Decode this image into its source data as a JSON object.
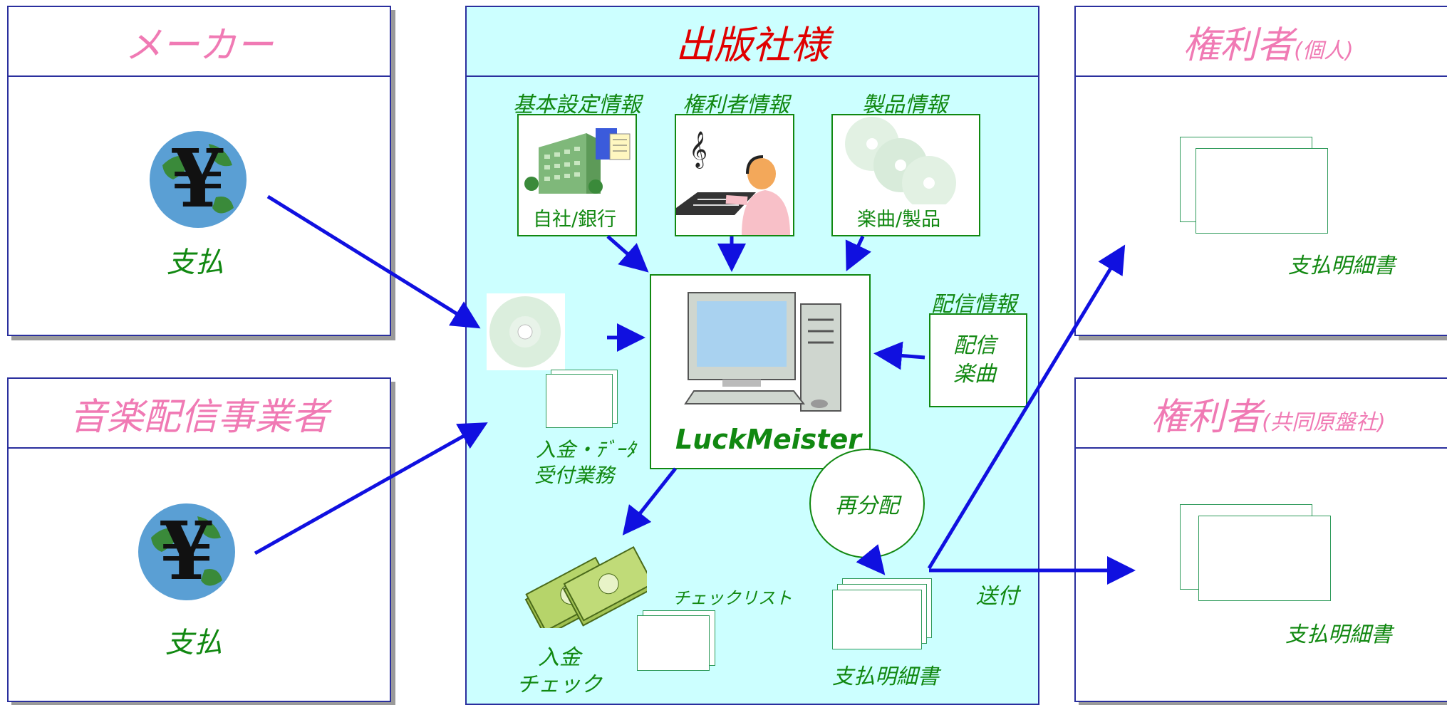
{
  "left_panels": {
    "maker": {
      "title": "メーカー",
      "label": "支払",
      "icon": "yen-globe-icon"
    },
    "distributor": {
      "title": "音楽配信事業者",
      "label": "支払",
      "icon": "yen-globe-icon"
    }
  },
  "center": {
    "title": "出版社様",
    "headings": {
      "basic": "基本設定情報",
      "rights": "権利者情報",
      "product": "製品情報",
      "delivery": "配信情報"
    },
    "basic_caption": "自社/銀行",
    "product_caption": "楽曲/製品",
    "delivery_caption_1": "配信",
    "delivery_caption_2": "楽曲",
    "system_name": "LuckMeister",
    "intake_1": "入金・ﾃﾞｰﾀ",
    "intake_2": "受付業務",
    "redistribute": "再分配",
    "checklist": "チェックリスト",
    "payment_check_1": "入金",
    "payment_check_2": "チェック",
    "statement": "支払明細書",
    "send": "送付"
  },
  "right_panels": {
    "individual": {
      "title": "権利者",
      "title_sub": "(個人)",
      "label": "支払明細書"
    },
    "joint": {
      "title": "権利者",
      "title_sub": "(共同原盤社)",
      "label": "支払明細書"
    }
  },
  "colors": {
    "panel_border": "#2a2f9e",
    "arrow": "#1010e0",
    "center_bg": "#ccffff",
    "pink_title": "#f07ab4",
    "red_title": "#e00000",
    "green_text": "#118811"
  }
}
